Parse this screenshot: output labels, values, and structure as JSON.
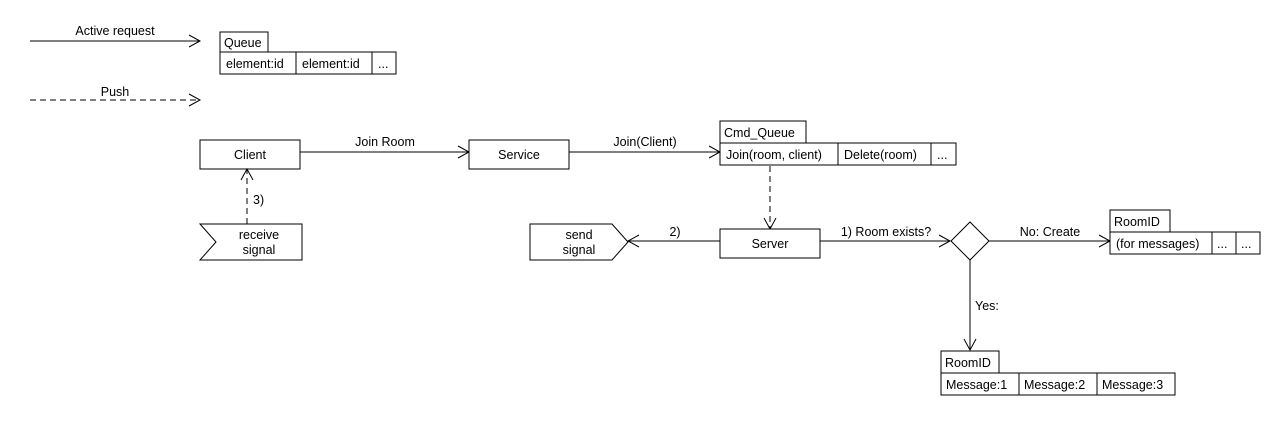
{
  "legend": {
    "active_request": "Active request",
    "push": "Push",
    "queue": {
      "title": "Queue",
      "cells": [
        "element:id",
        "element:id",
        "..."
      ]
    }
  },
  "nodes": {
    "client": "Client",
    "service": "Service",
    "server": "Server",
    "receive_signal": [
      "receive",
      "signal"
    ],
    "send_signal": [
      "send",
      "signal"
    ]
  },
  "cmd_queue": {
    "title": "Cmd_Queue",
    "cells": [
      "Join(room, client)",
      "Delete(room)",
      "..."
    ]
  },
  "room_create": {
    "title": "RoomID",
    "cells": [
      "(for messages)",
      "...",
      "..."
    ]
  },
  "room_existing": {
    "title": "RoomID",
    "cells": [
      "Message:1",
      "Message:2",
      "Message:3"
    ]
  },
  "edges": {
    "join_room": "Join Room",
    "join_client": "Join(Client)",
    "step1": "1) Room exists?",
    "step2": "2)",
    "step3": "3)",
    "no_create": "No: Create",
    "yes": "Yes:"
  }
}
